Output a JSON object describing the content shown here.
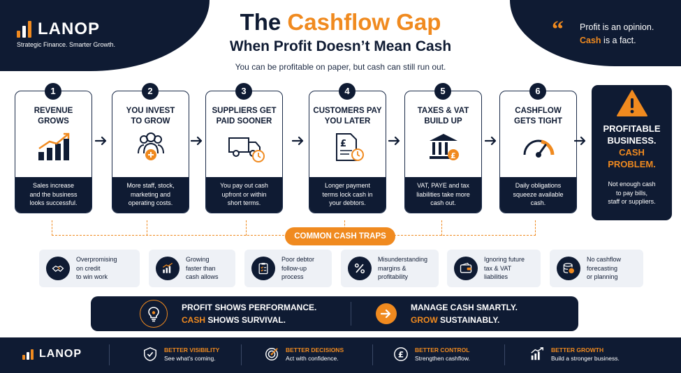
{
  "brand": {
    "name": "LANOP",
    "tagline": "Strategic Finance. Smarter Growth."
  },
  "title": {
    "part1": "The ",
    "part2": "Cashflow Gap",
    "subtitle": "When Profit Doesn’t Mean Cash",
    "tagline": "You can be profitable on paper, but cash can still run out."
  },
  "quote": {
    "line1": "Profit is an opinion.",
    "word": "Cash",
    "rest": " is a fact."
  },
  "steps": [
    {
      "num": "1",
      "title": "REVENUE\nGROWS",
      "desc": "Sales increase\nand the business\nlooks successful.",
      "icon": "bar-chart-rising-icon"
    },
    {
      "num": "2",
      "title": "YOU INVEST\nTO GROW",
      "desc": "More staff, stock,\nmarketing and\noperating costs.",
      "icon": "people-plus-icon"
    },
    {
      "num": "3",
      "title": "SUPPLIERS GET\nPAID SOONER",
      "desc": "You pay out cash\nupfront or within\nshort terms.",
      "icon": "delivery-truck-clock-icon"
    },
    {
      "num": "4",
      "title": "CUSTOMERS PAY\nYOU LATER",
      "desc": "Longer payment\nterms lock cash in\nyour debtors.",
      "icon": "invoice-clock-icon"
    },
    {
      "num": "5",
      "title": "TAXES & VAT\nBUILD UP",
      "desc": "VAT, PAYE and tax\nliabilities take more\ncash out.",
      "icon": "bank-pound-icon"
    },
    {
      "num": "6",
      "title": "CASHFLOW\nGETS TIGHT",
      "desc": "Daily obligations\nsqueeze available\ncash.",
      "icon": "gauge-icon"
    }
  ],
  "final": {
    "l1": "PROFITABLE",
    "l2": "BUSINESS.",
    "l3": "CASH",
    "l4": "PROBLEM.",
    "desc": "Not enough cash\nto pay bills,\nstaff or suppliers."
  },
  "traps_label": "COMMON CASH TRAPS",
  "traps": [
    {
      "text": "Overpromising\non credit\nto win work",
      "icon": "handshake-icon"
    },
    {
      "text": "Growing\nfaster than\ncash allows",
      "icon": "growth-chart-icon"
    },
    {
      "text": "Poor debtor\nfollow-up\nprocess",
      "icon": "clipboard-checklist-icon"
    },
    {
      "text": "Misunderstanding\nmargins &\nprofitability",
      "icon": "percent-icon"
    },
    {
      "text": "Ignoring future\ntax & VAT\nliabilities",
      "icon": "wallet-icon"
    },
    {
      "text": "No cashflow\nforecasting\nor planning",
      "icon": "coin-stack-icon"
    }
  ],
  "banner": {
    "left1": "PROFIT SHOWS PERFORMANCE.",
    "left2_hl": "CASH",
    "left2": " SHOWS SURVIVAL.",
    "right1": "MANAGE CASH SMARTLY.",
    "right2_hl": "GROW",
    "right2": " SUSTAINABLY."
  },
  "footer": [
    {
      "title": "BETTER VISIBILITY",
      "sub": "See what’s coming.",
      "icon": "shield-check-icon"
    },
    {
      "title": "BETTER DECISIONS",
      "sub": "Act with confidence.",
      "icon": "target-icon"
    },
    {
      "title": "BETTER CONTROL",
      "sub": "Strengthen cashflow.",
      "icon": "pound-coin-icon"
    },
    {
      "title": "BETTER GROWTH",
      "sub": "Build a stronger business.",
      "icon": "growth-arrow-icon"
    }
  ],
  "colors": {
    "navy": "#0f1b33",
    "orange": "#f08a1f",
    "light": "#eef1f6"
  }
}
